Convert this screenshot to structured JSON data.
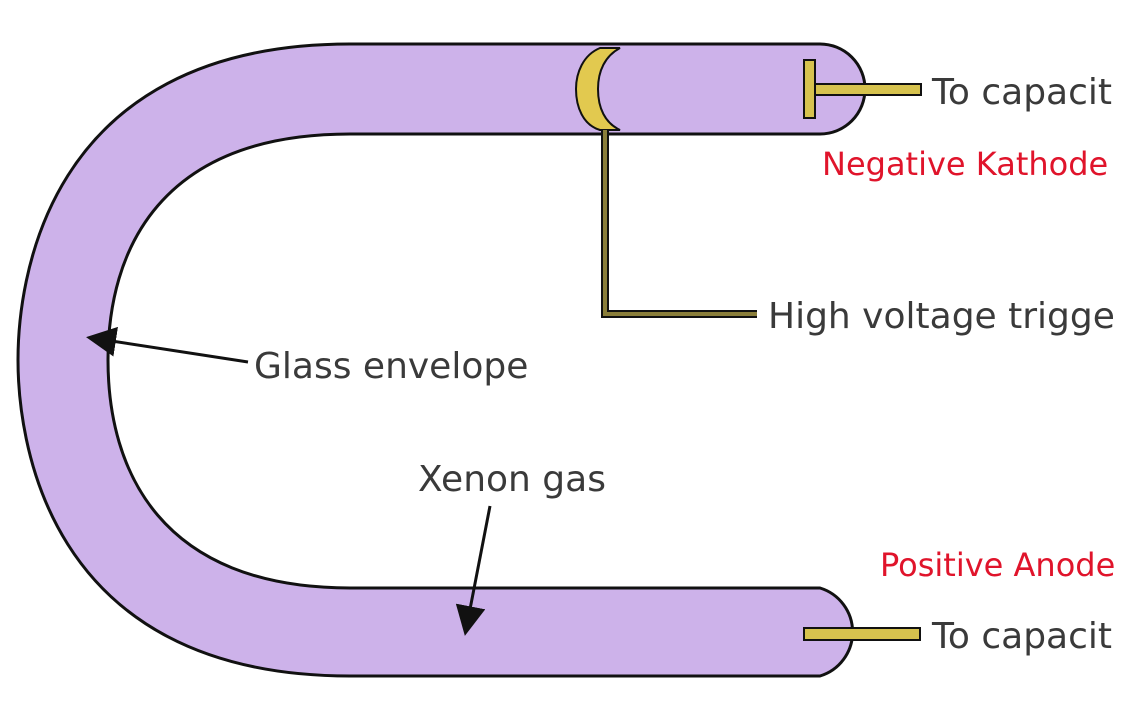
{
  "diagram": {
    "colors": {
      "tube_fill": "#cdb2ea",
      "outline": "#111111",
      "electrode_fill": "#d6c24e",
      "trigger_band_fill": "#e2c94f",
      "gray_label": "#3a3a3a",
      "red_label": "#e0142b"
    },
    "labels": {
      "to_capacitor_top": "To capacit",
      "negative_kathode": "Negative Kathode",
      "high_voltage_trigger": "High voltage trigge",
      "glass_envelope": "Glass envelope",
      "xenon_gas": "Xenon gas",
      "positive_anode": "Positive Anode",
      "to_capacitor_bottom": "To capacit"
    }
  }
}
